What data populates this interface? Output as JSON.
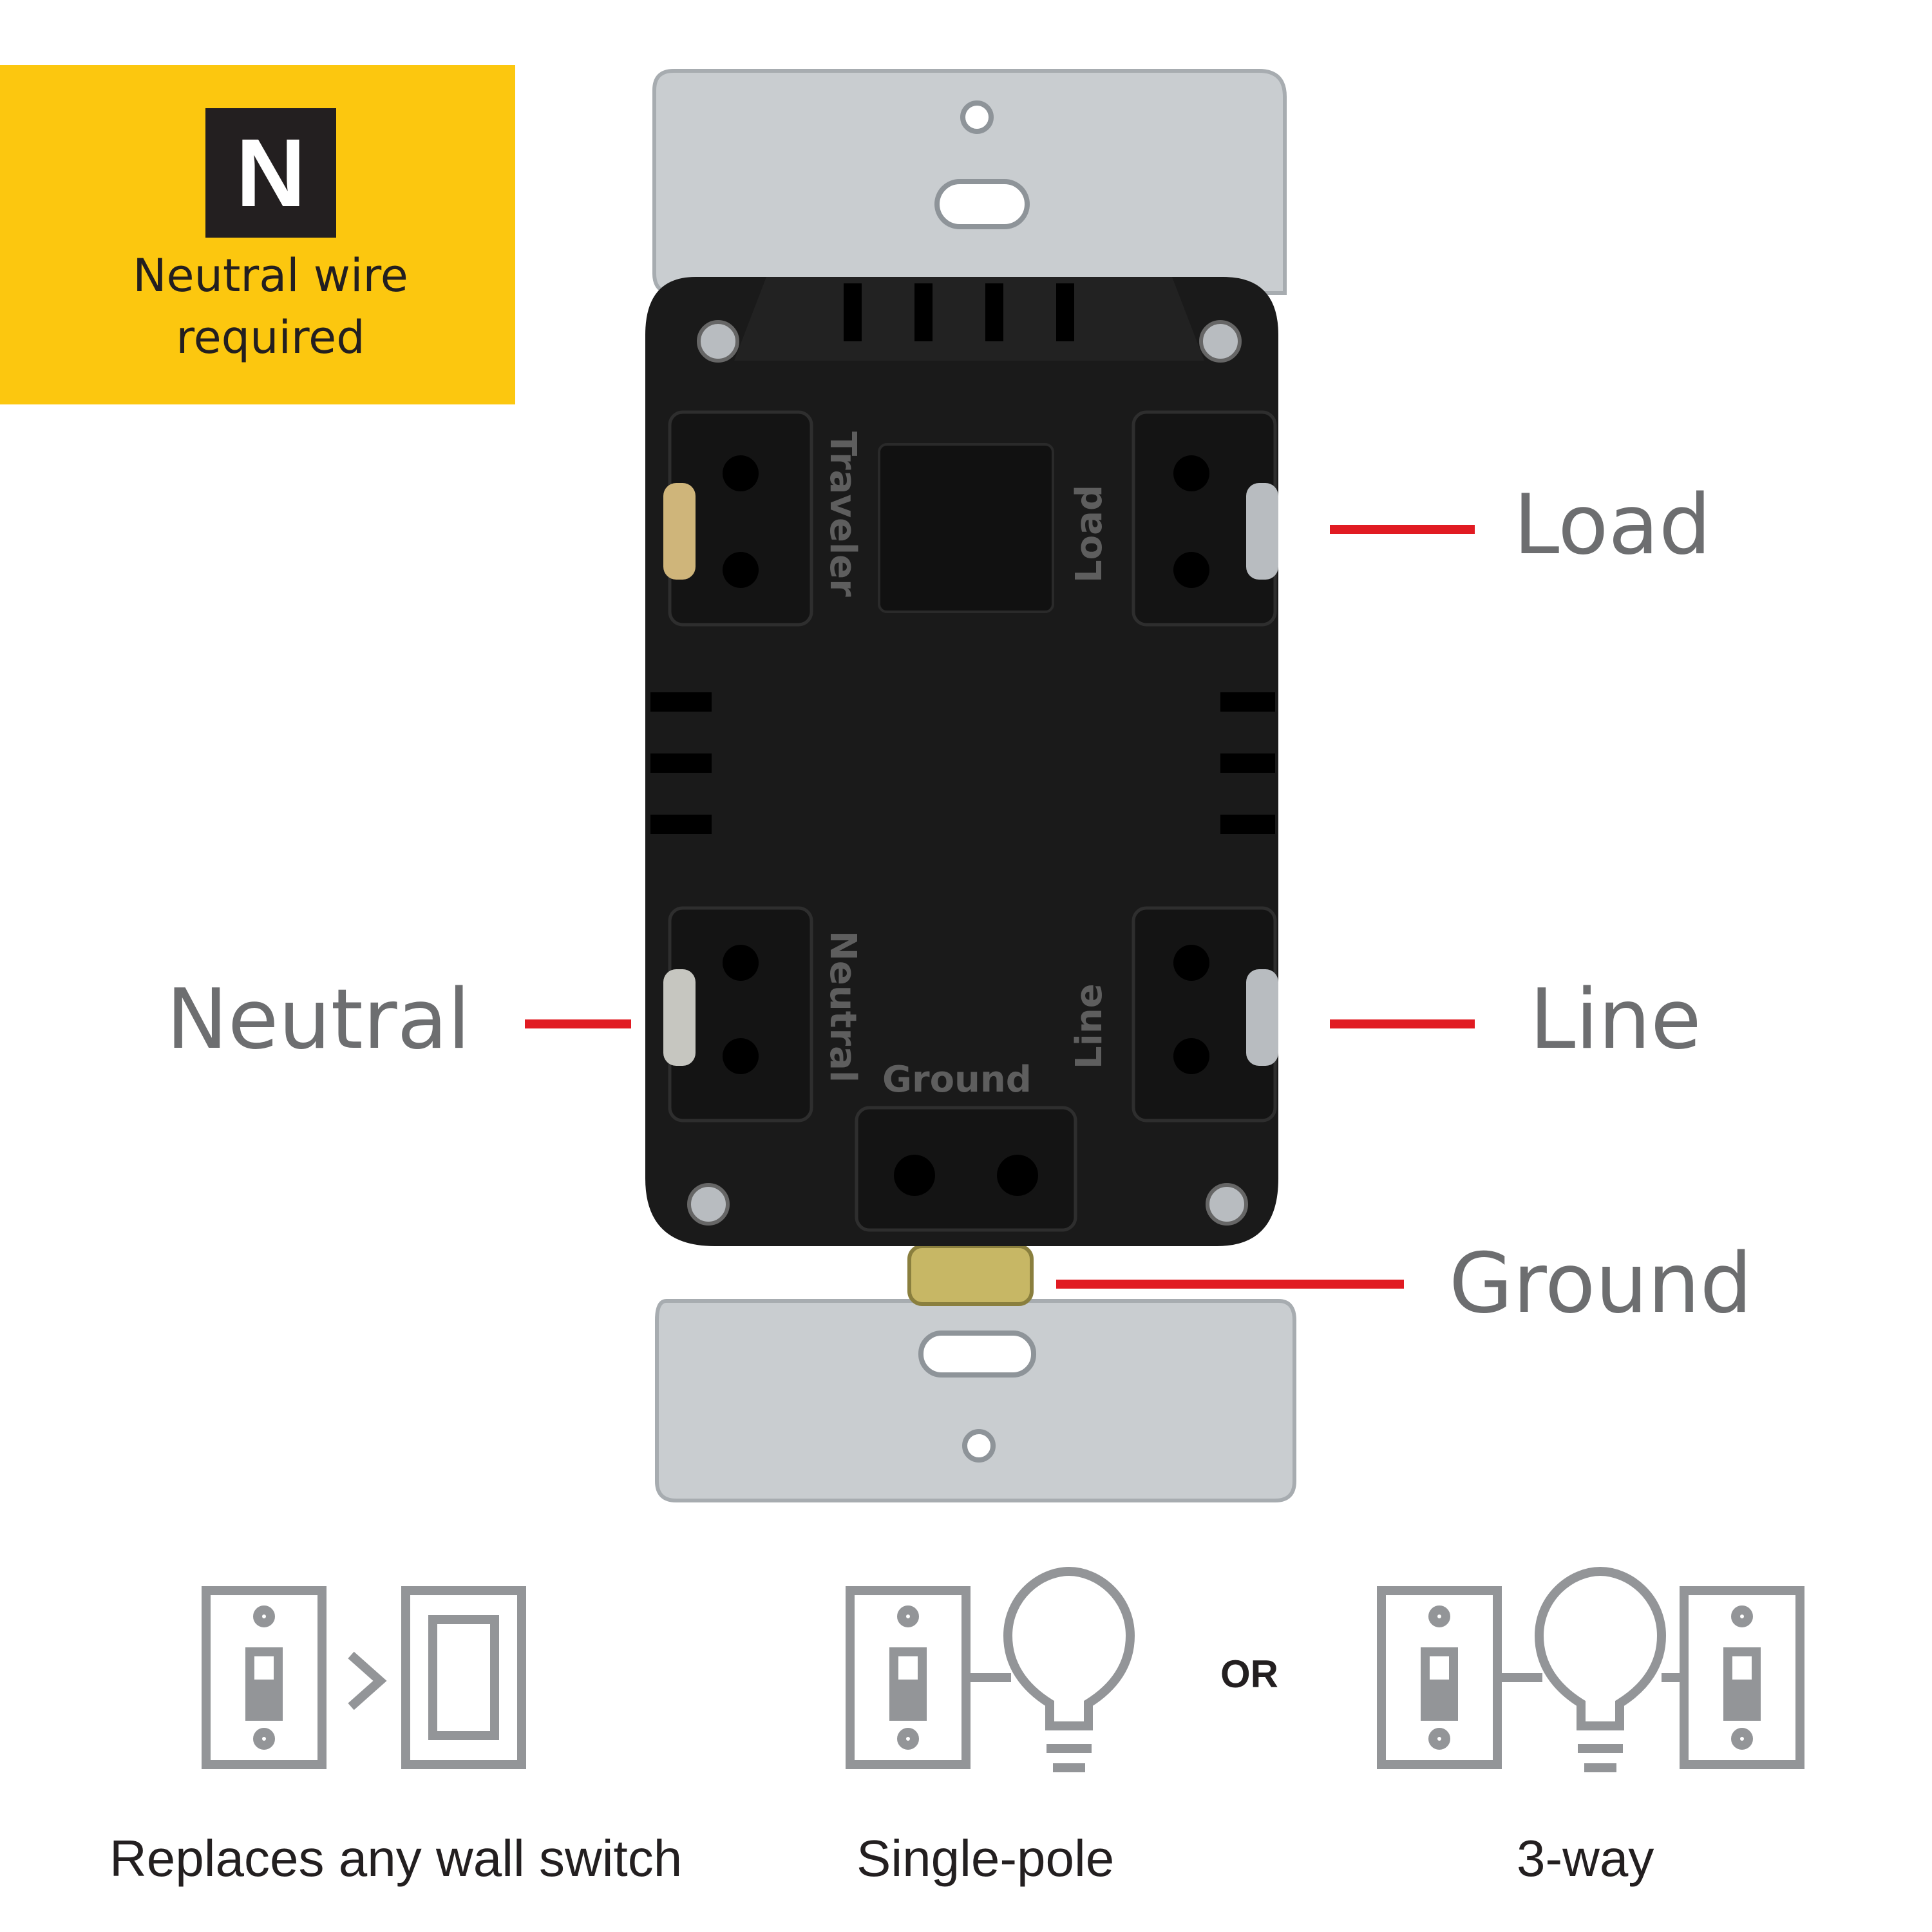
{
  "badge": {
    "icon_letter": "N",
    "text": "Neutral wire required"
  },
  "device": {
    "terminal_labels": {
      "traveler": "Traveler",
      "load": "Load",
      "neutral": "Neutral",
      "ground": "Ground",
      "line": "Line"
    }
  },
  "callouts": {
    "load": "Load",
    "neutral": "Neutral",
    "line": "Line",
    "ground": "Ground"
  },
  "bottom": {
    "or_label": "OR",
    "captions": [
      "Replaces any wall switch",
      "Single-pole",
      "3-way"
    ]
  },
  "colors": {
    "badge_yellow": "#fcc70f",
    "leader_red": "#e11b22",
    "label_gray": "#6d6e70",
    "icon_gray": "#939598",
    "device_black": "#1a1a1a",
    "plate_metal": "#c9cdd0"
  },
  "icons": [
    "switch-replace-icon",
    "single-pole-icon",
    "three-way-icon",
    "light-bulb-icon"
  ]
}
